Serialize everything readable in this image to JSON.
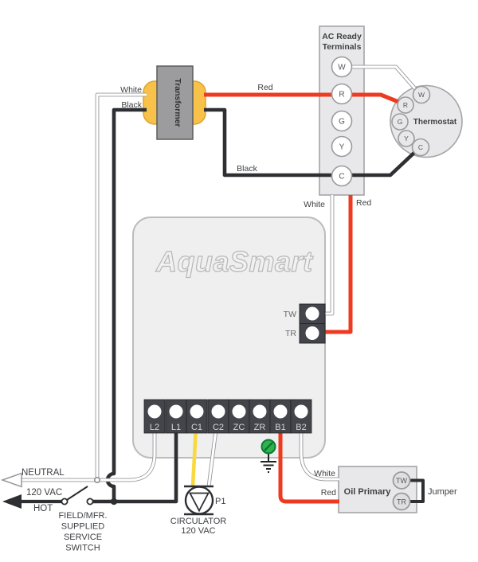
{
  "colors": {
    "red_wire": "#ee3a21",
    "black_wire": "#2d2f33",
    "yellow_wire": "#f8d93f",
    "white_wire_edge": "#97979b",
    "white_wire_core": "#ffffff",
    "component_fill": "#e8e8ea",
    "component_border": "#a5a5a8",
    "box_fill": "#efefef",
    "box_border": "#bcbcbe",
    "strip_fill": "#43454a",
    "coil_yellow": "#f8c24a",
    "coil_border": "#dba22e",
    "core_gray": "#9c9c9e",
    "ground_green": "#2cb34e",
    "text_dark": "#3e4043",
    "text_light": "#d6d6d8"
  },
  "transformer": {
    "label": "Transformer",
    "primary_white": "White",
    "primary_black": "Black",
    "secondary_red": "Red",
    "secondary_black": "Black"
  },
  "ac_panel": {
    "title1": "AC Ready",
    "title2": "Terminals",
    "terminals": [
      "W",
      "R",
      "G",
      "Y",
      "C"
    ],
    "white_down": "White",
    "red_down": "Red"
  },
  "thermostat": {
    "label": "Thermostat",
    "terminals": [
      "W",
      "R",
      "G",
      "Y",
      "C"
    ]
  },
  "aquasmart": {
    "logo": "AquaSmart",
    "tstat_terminals": [
      "TW",
      "TR"
    ],
    "strip_terminals": [
      "L2",
      "L1",
      "C1",
      "C2",
      "ZC",
      "ZR",
      "B1",
      "B2"
    ]
  },
  "oil_primary": {
    "label": "Oil Primary",
    "terminals": [
      "TW",
      "TR"
    ],
    "jumper": "Jumper",
    "white_in": "White",
    "red_in": "Red"
  },
  "circulator": {
    "tag": "P1",
    "line1": "CIRCULATOR",
    "line2": "120 VAC"
  },
  "power": {
    "neutral": "NEUTRAL",
    "voltage": "120 VAC",
    "hot": "HOT",
    "switch_lines": [
      "FIELD/MFR.",
      "SUPPLIED",
      "SERVICE",
      "SWITCH"
    ]
  }
}
